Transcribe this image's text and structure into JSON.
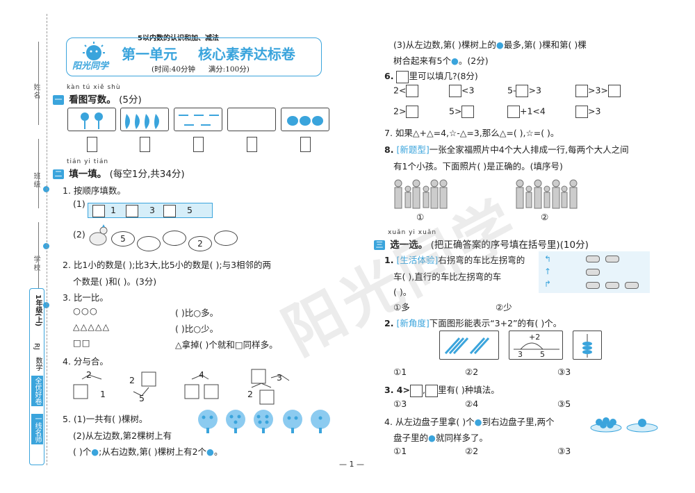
{
  "header": {
    "subtitle": "5以内数的认识和加、减法",
    "title_unit": "第一单元",
    "title_main": "核心素养达标卷",
    "time": "(时间:40分钟",
    "score": "满分:100分)",
    "logo": "阳光同学"
  },
  "binding": {
    "name": "姓名",
    "class": "班级",
    "school": "学校",
    "grade": "1年级(上)",
    "version": "RJ",
    "subject": "数学",
    "series1": "全优好卷",
    "series2": "一线名师"
  },
  "sec1": {
    "pinyin": "kàn tú xiě shù",
    "mark": "一",
    "title": "看图写数。",
    "points": "(5分)"
  },
  "sec2": {
    "pinyin": "tián yi tián",
    "mark": "二",
    "title": "填一填。",
    "points": "(每空1分,共34分)",
    "q1": "1. 按顺序填数。",
    "q1_1": "(1)",
    "strip": [
      "1",
      "3",
      "5"
    ],
    "q1_2": "(2)",
    "ellipses": [
      "5",
      "2"
    ],
    "q2a": "2. 比1小的数是(     );比3大,比5小的数是(     );与3相邻的两",
    "q2b": "个数是(     )和(     )。(3分)",
    "q3": "3. 比一比。",
    "cmp1_shapes": "○○○",
    "cmp1_text": "(     )比○多。",
    "cmp2_shapes": "△△△△△",
    "cmp2_text": "(     )比○少。",
    "cmp3_shapes": "□□",
    "cmp3_text": "△拿掉(     )个就和□同样多。",
    "q4": "4. 分与合。",
    "split": [
      "2",
      "1",
      "2",
      "5",
      "4",
      "2",
      "3"
    ],
    "q5_1": "5. (1)一共有(     )棵树。",
    "q5_2": "(2)从左边数,第2棵树上有",
    "q5_3": "(     )个",
    "q5_3b": ";从右边数,第(     )棵树上有2个",
    "q5_3c": "。"
  },
  "right": {
    "q5_4": "(3)从左边数,第(     )棵树上的",
    "q5_4b": "最多,第(     )棵和第(     )棵",
    "q5_5": "树合起来有5个",
    "q5_5b": "。(2分)",
    "q6": "6.",
    "q6_text": "里可以填几?(8分)",
    "q6_row1": [
      "2<",
      "<3",
      "5-",
      ">3",
      ">3>"
    ],
    "q6_row2": [
      "2>",
      "5>",
      "+1<4",
      ">3"
    ],
    "q7": "7. 如果△+△=4,☆-△=3,那么△=(     ),☆=(     )。",
    "q8_tag": "[新题型]",
    "q8a": "一张全家福照片中4个大人排成一行,每两个大人之间",
    "q8b": "有1个小孩。下面照片(     )是正确的。(填序号)",
    "photo_labels": [
      "①",
      "②"
    ]
  },
  "sec3": {
    "pinyin": "xuǎn yi xuǎn",
    "mark": "三",
    "title": "选一选。",
    "points": "(把正确答案的序号填在括号里)(10分)",
    "q1_tag": "[生活体验]",
    "q1a": "右拐弯的车比左拐弯的",
    "q1b": "车(     ),直行的车比左拐弯的车",
    "q1c": "(     )。",
    "q1_opts": [
      "①多",
      "②少"
    ],
    "q2_tag": "[新角度]",
    "q2": "下面图形能表示“3+2”的有(     )个。",
    "numline": [
      "+2",
      "3",
      "5"
    ],
    "q2_opts": [
      "①1",
      "②2",
      "③3"
    ],
    "q3": "3. 4>",
    "q3b": ",",
    "q3c": "里有(     )种填法。",
    "q3_opts": [
      "①3",
      "②4",
      "③5"
    ],
    "q4a": "4. 从左边盘子里拿(     )个",
    "q4a2": "到右边盘子里,两个",
    "q4b": "盘子里的",
    "q4b2": "就同样多了。",
    "q4_opts": [
      "①1",
      "②2",
      "③3"
    ]
  },
  "footer": {
    "page": "— 1 —"
  },
  "watermark": "阳光同学",
  "colors": {
    "accent": "#3aa4dc"
  }
}
